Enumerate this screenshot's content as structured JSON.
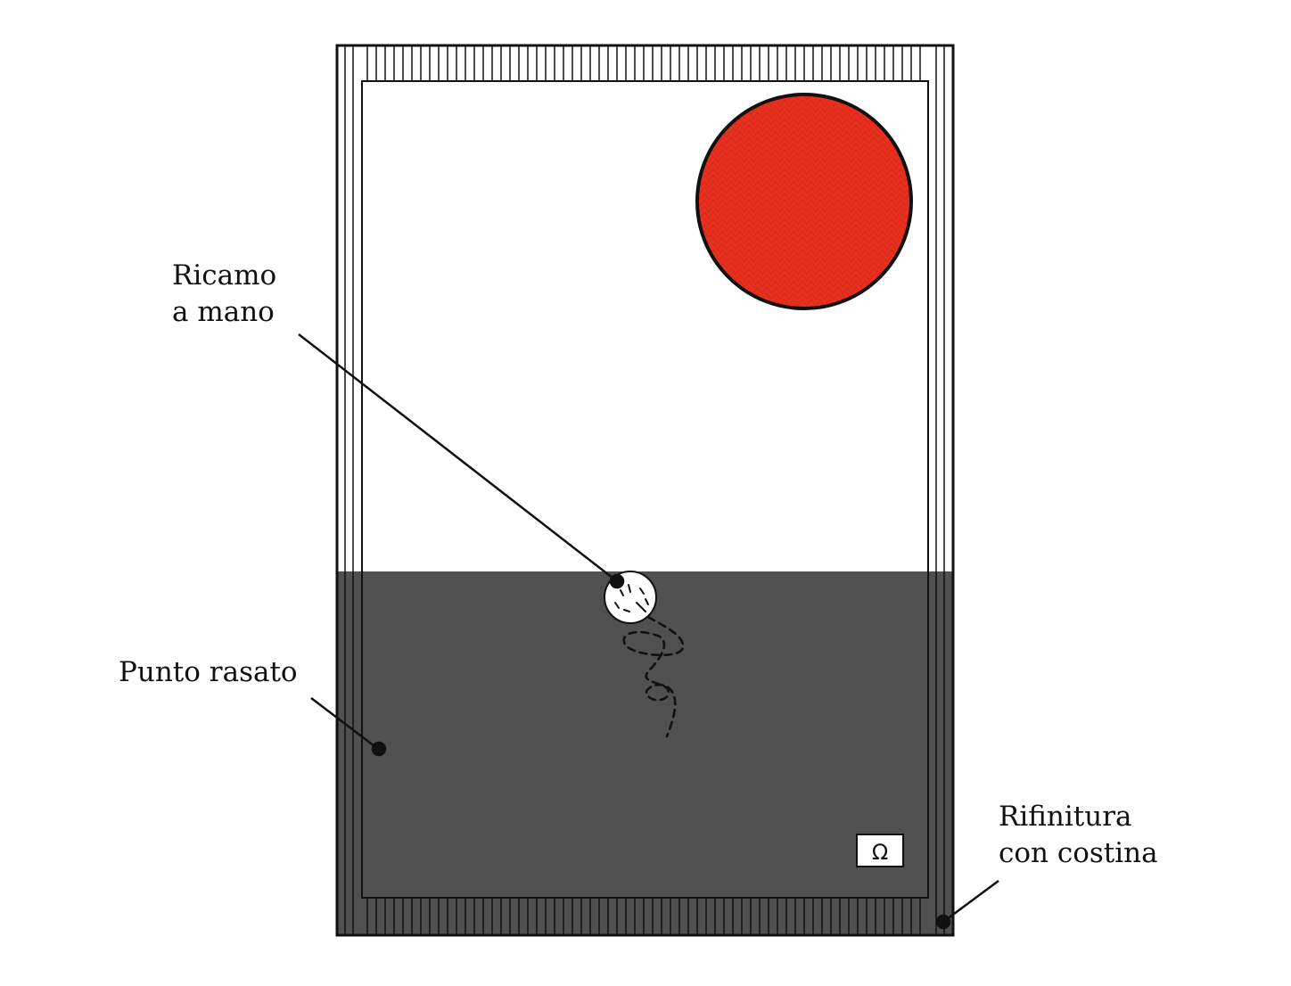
{
  "callouts": {
    "embroidery": {
      "line1": "Ricamo",
      "line2": "a mano"
    },
    "stitch": {
      "line1": "Punto rasato"
    },
    "rib": {
      "line1": "Rifinitura",
      "line2": "con costina"
    }
  },
  "colors": {
    "background": "#ffffff",
    "outline": "#111111",
    "dark_knit": "#505050",
    "swatch_red": "#e8301f",
    "swatch_red_dark": "#c8241a"
  },
  "icons": {
    "logo_tag": "omega-logo-icon",
    "embroidery_badge": "embroidered-patch-icon",
    "knit_swatch": "red-knit-swatch-icon"
  }
}
